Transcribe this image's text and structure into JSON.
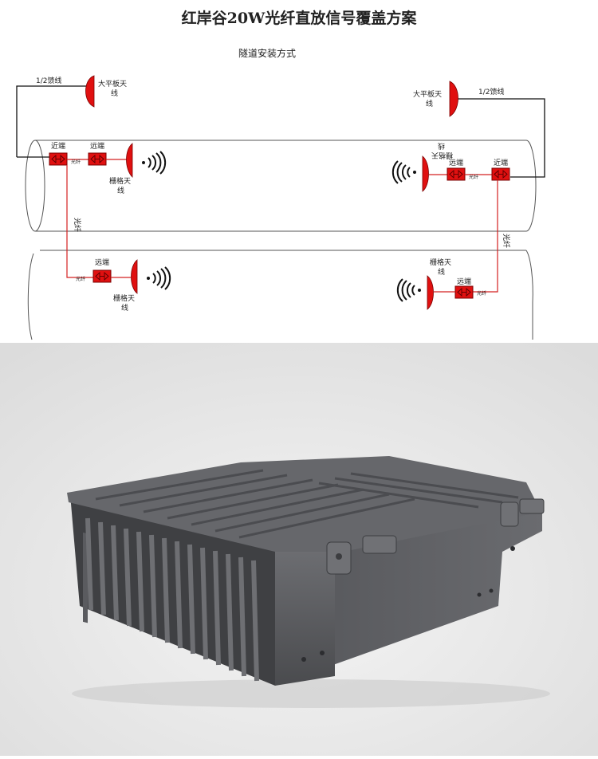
{
  "title": "红岸谷20W光纤直放信号覆盖方案",
  "subtitle": "隧道安装方式",
  "labels": {
    "feeder_left": "1/2馈线",
    "feeder_right": "1/2馈线",
    "panel_antenna_left_1": "大平板天",
    "panel_antenna_left_2": "线",
    "panel_antenna_right_1": "大平板天",
    "panel_antenna_right_2": "线",
    "near_end_left": "近端",
    "remote_end_left_top": "远端",
    "fiber_short_left": "光纤",
    "grid_antenna_left_1": "栅格天",
    "grid_antenna_left_2": "线",
    "fiber_vertical_left": "光纤",
    "remote_end_left_bottom": "远端",
    "fiber_short_left_bottom": "光纤",
    "grid_antenna_left_bottom_1": "栅格天",
    "grid_antenna_left_bottom_2": "线",
    "grid_antenna_right_top_1": "栅格天",
    "grid_antenna_right_top_2": "线",
    "remote_end_right_top": "远端",
    "near_end_right": "近端",
    "fiber_short_right": "光纤",
    "fiber_vertical_right": "光纤",
    "grid_antenna_right_bottom_1": "栅格天",
    "grid_antenna_right_bottom_2": "线",
    "remote_end_right_bottom": "远端",
    "fiber_short_right_bottom": "光纤"
  },
  "colors": {
    "repeater_red": "#e01010",
    "fiber_red": "#d42020",
    "product_body": "#5e5f63"
  },
  "icons": {
    "antenna": "red-dish-antenna",
    "signal": "signal-waves",
    "repeater": "repeater-box"
  }
}
